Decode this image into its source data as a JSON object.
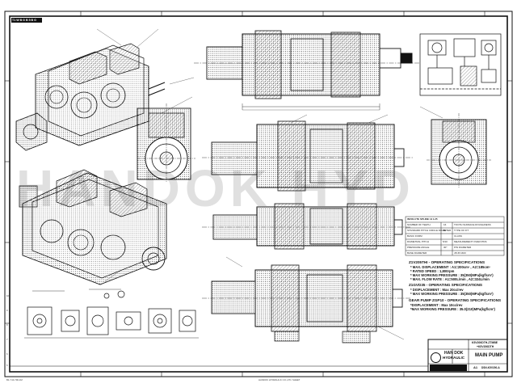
{
  "sheet": {
    "watermark": "HANDOK HYD",
    "top_left_code": "T1 W B G B 5 B G",
    "company_line1": "HAN DOK",
    "company_line2": "HYDRAULIC",
    "title": "MAIN PUMP",
    "model_code_1": "K5V200DTH-ZTMBE",
    "model_code_2": "+K5V200DTH",
    "sheet_size": "A1",
    "drawing_no": "DSN-K5V200-A",
    "bottom_left_code": "B1-Y10-790-1M",
    "bottom_note": "HANDOK HYDRAULIC CO.,LTD. SHEET",
    "left_margin_numbers": [
      "10",
      "9",
      "8",
      "7",
      "6",
      "5"
    ]
  },
  "specs": {
    "main_title": "Z1V205THI - OPERATING SPECIFICATIONS",
    "main_lines": [
      "* MAX. DISPLACEMENT : A1=200cm³ , A2=185cm³",
      "* RATED SPEED : 1,800rpm",
      "* MAX WORKING PRESSURE : 35(350)MPa(kgf/cm²)",
      "* MAX. FLOW RATE : A1=500L/min , A2=324L/min"
    ],
    "sub_title": "Z1GVD35 - OPERATING SPECIFICATIONS",
    "sub_lines": [
      "* DISPLACEMENT : Max 20cc/rev",
      "* MAX WORKING PRESSURE : 35(350)MPa(kgf/cm²)"
    ],
    "gear_title": "GEAR PUMP ZGP10 - OPERATING SPECIFICATIONS",
    "gear_lines": [
      "*DISPLACEMENT : Max 10cc/rev",
      "*MAX WORKING PRESSURE : 35.0(210)MPa(kgf/cm²)"
    ]
  },
  "spline_table": {
    "header": "INVOLUTE SPLINE: B 1.25",
    "rows": [
      [
        "NUMBER OF TEETH",
        "16",
        "TOOTH SURFACE ROUGHNESS"
      ],
      [
        "STANDARD PITCH CIRCLE DIAMETER",
        "80",
        "TYPE OF FIT"
      ],
      [
        "BASIC FORM",
        "",
        "CLASS"
      ],
      [
        "DIAMETRAL PITCH",
        "5/10",
        "MEASUREMENT OVER PINS"
      ],
      [
        "PRESSURE ANGLE",
        "30°",
        "PIN DIAMETER"
      ],
      [
        "BASE DIAMETER",
        "",
        "JIS B 1603"
      ]
    ]
  }
}
